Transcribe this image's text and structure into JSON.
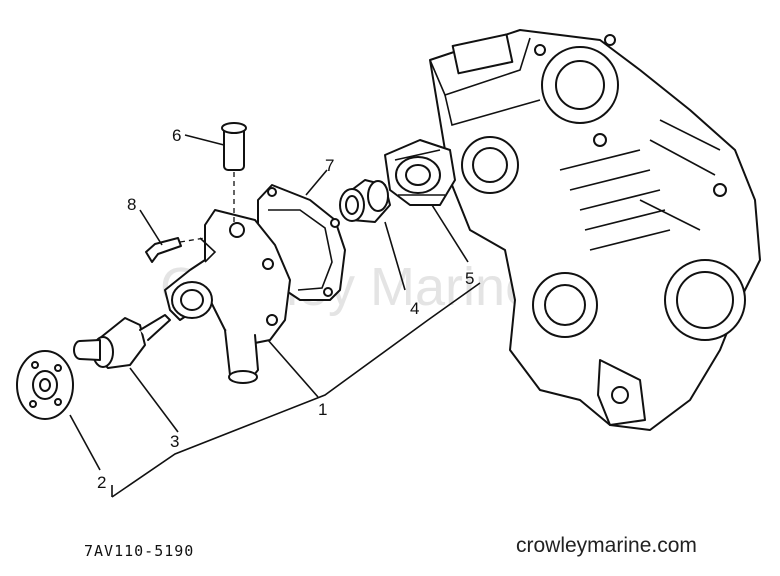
{
  "diagram": {
    "callouts": [
      "1",
      "2",
      "3",
      "4",
      "5",
      "6",
      "7",
      "8"
    ],
    "drawing_code": "7AV110-5190",
    "watermark": "Crowley Marine",
    "website": "crowleymarine.com"
  }
}
